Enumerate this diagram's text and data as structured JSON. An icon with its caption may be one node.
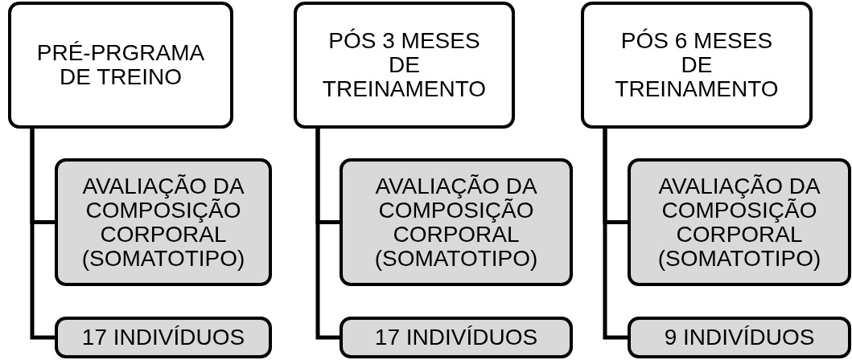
{
  "diagram": {
    "nodes": [
      {
        "text": [
          "PRÉ-PRGRAMA DE TREINO"
        ]
      },
      {
        "text": [
          "AVALIAÇÃO DA COMPOSIÇÃO CORPORAL (SOMATOTIPO)"
        ]
      },
      {
        "text": [
          "17 INDIVÍDUOS"
        ]
      },
      {
        "text": [
          "PÓS 3 MESES DE TREINAMENTO"
        ]
      },
      {
        "text": [
          "AVALIAÇÃO DA COMPOSIÇÃO CORPORAL (SOMATOTIPO)"
        ]
      },
      {
        "text": [
          "17 INDIVÍDUOS"
        ]
      },
      {
        "text": [
          "PÓS 6 MESES DE TREINAMENTO"
        ]
      },
      {
        "text": [
          "AVALIAÇÃO DA COMPOSIÇÃO CORPORAL (SOMATOTIPO)"
        ]
      },
      {
        "text": [
          "9 INDIVÍDUOS"
        ]
      }
    ],
    "edges": [
      {
        "from": 0,
        "to": 1,
        "arrow": "none"
      },
      {
        "from": 0,
        "to": 2,
        "arrow": "none"
      },
      {
        "from": 3,
        "to": 4,
        "arrow": "none"
      },
      {
        "from": 3,
        "to": 5,
        "arrow": "none"
      },
      {
        "from": 6,
        "to": 7,
        "arrow": "none"
      },
      {
        "from": 6,
        "to": 8,
        "arrow": "none"
      }
    ]
  }
}
